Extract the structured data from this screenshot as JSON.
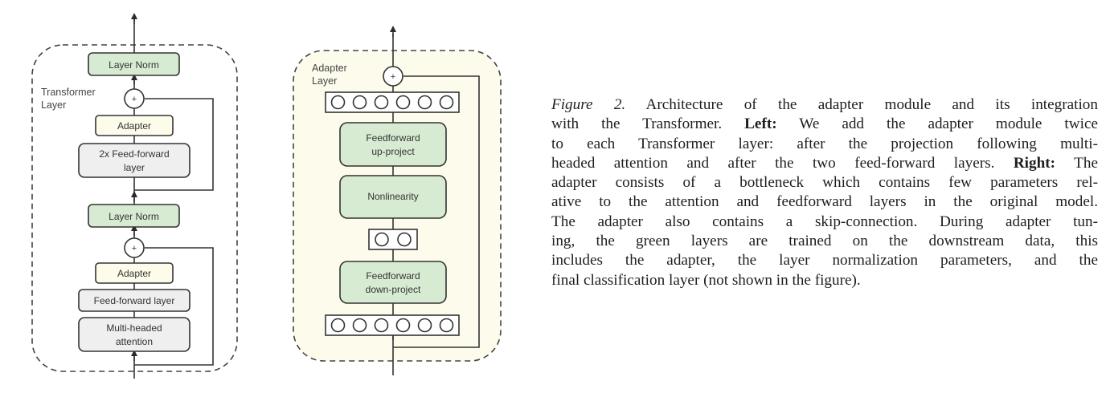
{
  "colors": {
    "green_fill": "#d7ebd3",
    "adapter_fill": "#fdfbe9",
    "gray_fill": "#efefef",
    "adapter_panel_bg": "#fdfcec",
    "stroke": "#3a3a3a"
  },
  "left_diagram": {
    "title_line1": "Transformer",
    "title_line2": "Layer",
    "blocks": {
      "top_layer_norm": "Layer Norm",
      "top_adapter": "Adapter",
      "ffn2x_line1": "2x Feed-forward",
      "ffn2x_line2": "layer",
      "bottom_layer_norm": "Layer Norm",
      "bottom_adapter": "Adapter",
      "ffn": "Feed-forward layer",
      "mha_line1": "Multi-headed",
      "mha_line2": "attention"
    },
    "add_symbol": "+"
  },
  "right_diagram": {
    "title_line1": "Adapter",
    "title_line2": "Layer",
    "blocks": {
      "up_line1": "Feedforward",
      "up_line2": "up-project",
      "nonlinearity": "Nonlinearity",
      "down_line1": "Feedforward",
      "down_line2": "down-project"
    },
    "top_units": 6,
    "bottleneck_units": 2,
    "bottom_units": 6,
    "add_symbol": "+"
  },
  "caption": {
    "label": "Figure 2.",
    "lines": [
      {
        "pre": " Architecture of the adapter module and its integration"
      },
      {
        "pre": "with the Transformer. ",
        "bold": "Left:",
        "post": " We add the adapter module twice"
      },
      {
        "pre": "to each Transformer layer: after the projection following multi-"
      },
      {
        "pre": "headed attention and after the two feed-forward layers. ",
        "bold": "Right:",
        "post": " The"
      },
      {
        "pre": "adapter consists of a bottleneck which contains few parameters rel-"
      },
      {
        "pre": "ative to the attention and feedforward layers in the original model."
      },
      {
        "pre": "The adapter also contains a skip-connection. During adapter tun-"
      },
      {
        "pre": "ing, the green layers are trained on the downstream data, this"
      },
      {
        "pre": "includes the adapter, the layer normalization parameters, and the"
      },
      {
        "pre": "final classification layer (not shown in the figure)."
      }
    ]
  }
}
